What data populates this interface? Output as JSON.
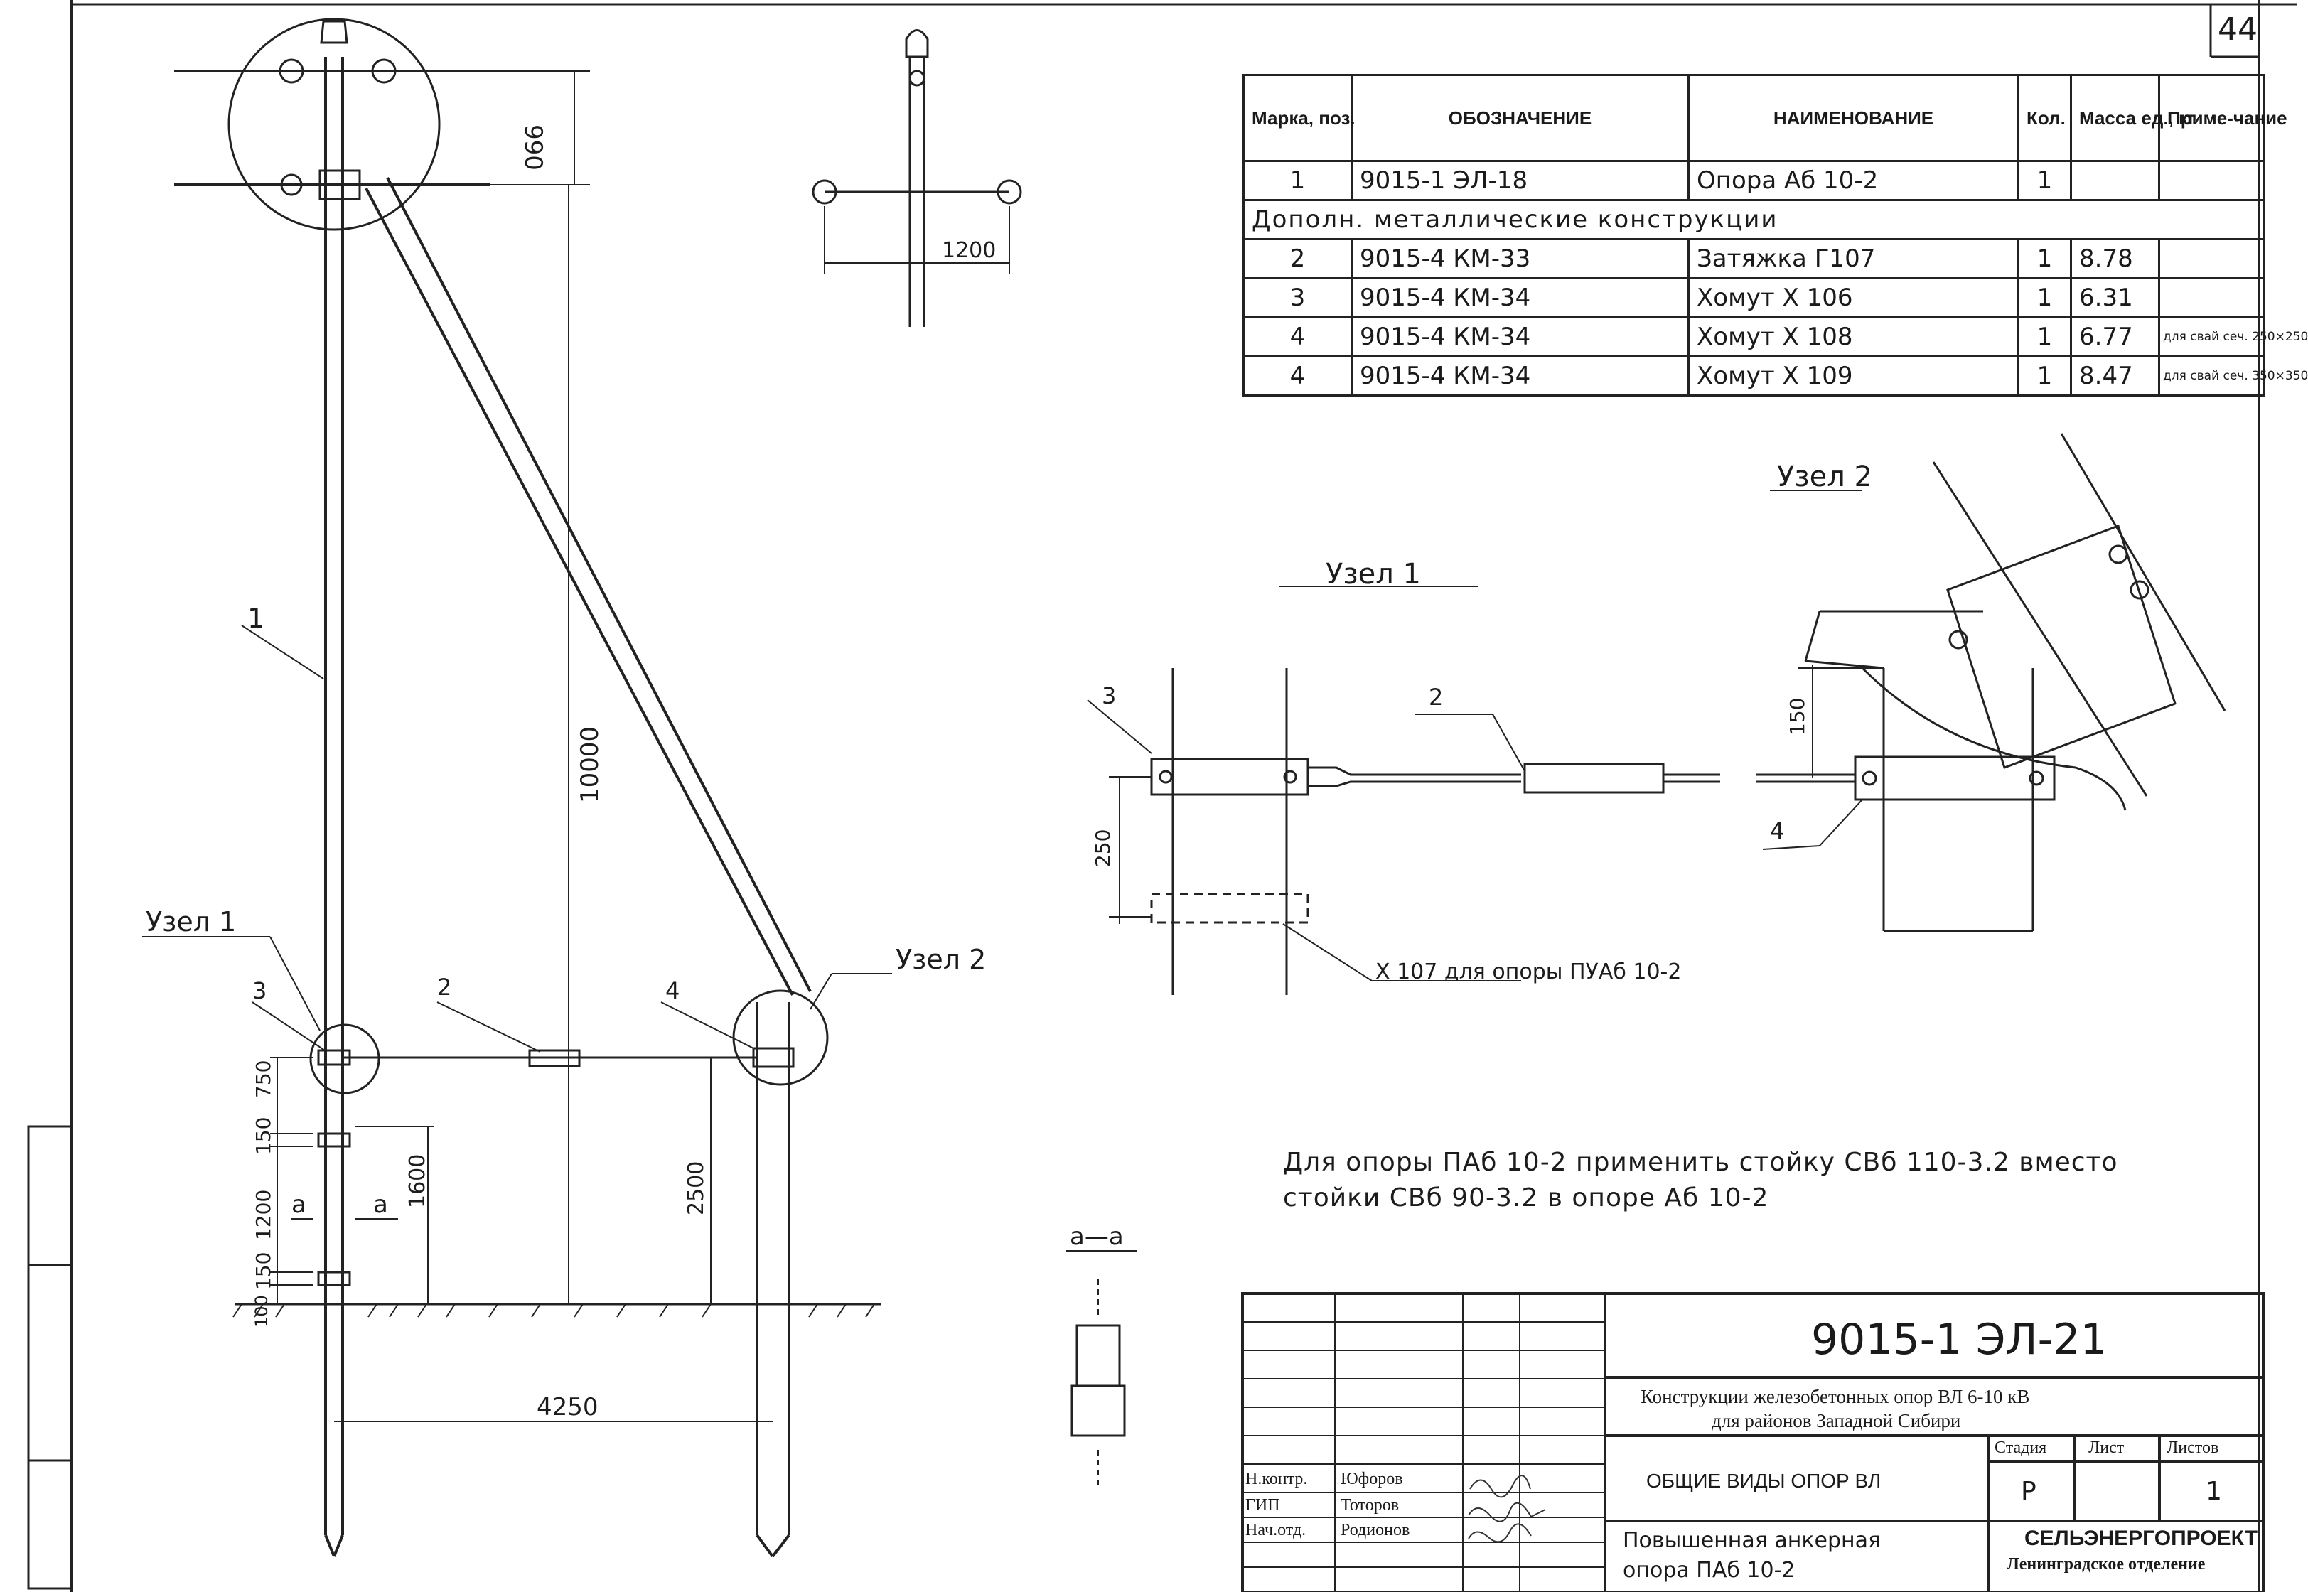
{
  "sheet_number": "44",
  "spec_table": {
    "headers": [
      "Марка, поз.",
      "ОБОЗНАЧЕНИЕ",
      "НАИМЕНОВАНИЕ",
      "Кол.",
      "Масса ед., кг",
      "Приме-чание"
    ],
    "rows": [
      {
        "mark": "1",
        "code": "9015-1  ЭЛ-18",
        "name": "Опора Аб 10-2",
        "qty": "1",
        "mass": "",
        "note": ""
      },
      {
        "section": "Дополн. металлические конструкции"
      },
      {
        "mark": "2",
        "code": "9015-4   КМ-33",
        "name": "Затяжка Г107",
        "qty": "1",
        "mass": "8.78",
        "note": ""
      },
      {
        "mark": "3",
        "code": "9015-4   КМ-34",
        "name": "Хомут Х 106",
        "qty": "1",
        "mass": "6.31",
        "note": ""
      },
      {
        "mark": "4",
        "code": "9015-4   КМ-34",
        "name": "Хомут Х 108",
        "qty": "1",
        "mass": "6.77",
        "note": "для свай сеч. 250×250"
      },
      {
        "mark": "4",
        "code": "9015-4   КМ-34",
        "name": "Хомут Х 109",
        "qty": "1",
        "mass": "8.47",
        "note": "для свай сеч. 350×350"
      }
    ]
  },
  "main_view": {
    "dims": {
      "top": "990",
      "height": "10000",
      "d750": "750",
      "d150a": "150",
      "d1200": "1200",
      "d150b": "150",
      "d100": "100",
      "d1600": "1600",
      "d2500": "2500",
      "span": "4250",
      "side": "1200"
    },
    "callouts": {
      "pole": "1",
      "tie": "2",
      "clamp3": "3",
      "clamp4": "4",
      "node1": "Узел 1",
      "node2": "Узел 2"
    },
    "section_mark": "а",
    "section_title": "а—а"
  },
  "node1": {
    "title": "Узел 1",
    "callout_clamp": "3",
    "callout_tie": "2",
    "dim": "250",
    "note": "Х 107  для  опоры ПУАб 10-2"
  },
  "node2": {
    "title": "Узел 2",
    "callout_clamp": "4",
    "dim": "150"
  },
  "note": {
    "line1": "Для опоры  ПАб 10-2  применить  стойку  СВб 110-3.2  вместо",
    "line2": "стойки  СВб 90-3.2   в   опоре   Аб 10-2"
  },
  "title_block": {
    "code": "9015-1  ЭЛ-21",
    "project_line1": "Конструкции железобетонных опор  ВЛ  6-10 кВ",
    "project_line2": "для районов Западной Сибири",
    "drawing_name": "ОБЩИЕ ВИДЫ ОПОР  ВЛ",
    "stage_label": "Стадия",
    "sheet_label": "Лист",
    "sheets_label": "Листов",
    "stage": "Р",
    "sheets": "1",
    "sub_name_1": "Повышенная  анкерная",
    "sub_name_2": "опора  ПАб 10-2",
    "org_1": "СЕЛЬЭНЕРГОПРОЕКТ",
    "org_2": "Ленинградское отделение",
    "people": [
      {
        "role": "Н.контр.",
        "name": "Юфоров"
      },
      {
        "role": "ГИП",
        "name": "Тоторов"
      },
      {
        "role": "Нач.отд.",
        "name": "Родионов"
      }
    ]
  }
}
